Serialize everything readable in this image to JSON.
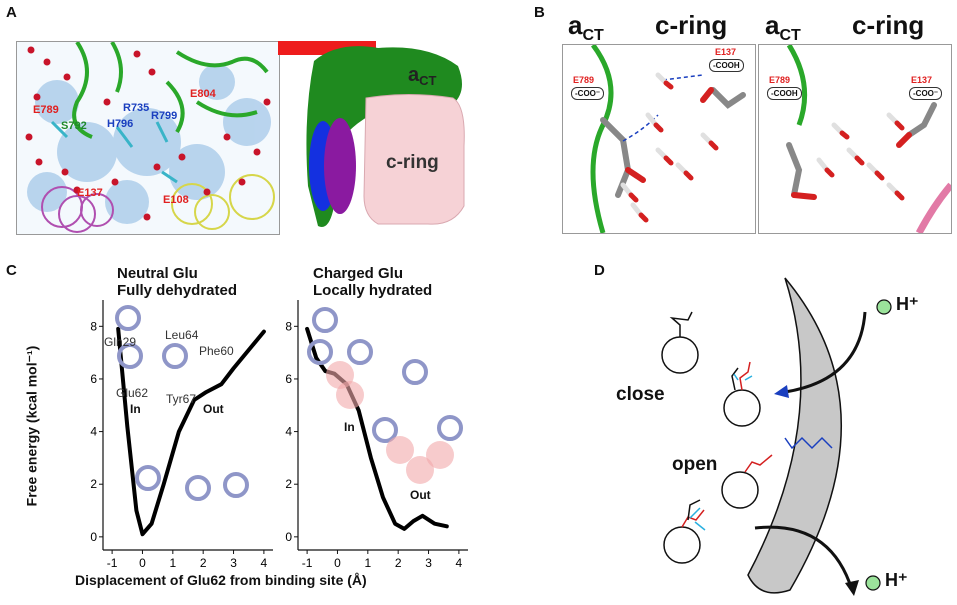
{
  "panels": {
    "a": "A",
    "b": "B",
    "c": "C",
    "d": "D"
  },
  "panel_a": {
    "residues": [
      {
        "text": "E789",
        "color": "#e02020"
      },
      {
        "text": "S792",
        "color": "#1f8a2b"
      },
      {
        "text": "R735",
        "color": "#1a3fbf"
      },
      {
        "text": "H796",
        "color": "#1a3fbf"
      },
      {
        "text": "R799",
        "color": "#1a3fbf"
      },
      {
        "text": "E804",
        "color": "#e02020"
      },
      {
        "text": "E137",
        "color": "#e02020"
      },
      {
        "text": "E108",
        "color": "#e02020"
      }
    ],
    "label_act_main": "a",
    "label_act_sub": "CT",
    "label_cring": "c-ring"
  },
  "panel_b": {
    "header_act_main": "a",
    "header_act_sub": "CT",
    "header_cring": "c-ring",
    "left": {
      "e789": "E789",
      "e789_state": "-COO⁻",
      "e137": "E137",
      "e137_state": "-COOH"
    },
    "right": {
      "e789": "E789",
      "e789_state": "-COOH",
      "e137": "E137",
      "e137_state": "-COO⁻"
    }
  },
  "panel_c": {
    "left_title_1": "Neutral Glu",
    "left_title_2": "Fully dehydrated",
    "right_title_1": "Charged Glu",
    "right_title_2": "Locally hydrated",
    "ylabel": "Free energy (kcal mol⁻¹)",
    "xlabel": "Displacement of Glu62 from binding site (Å)",
    "left_residues": [
      "Gln29",
      "Leu64",
      "Phe60",
      "Glu62",
      "Tyr67"
    ],
    "left_in": "In",
    "left_out": "Out",
    "right_in": "In",
    "right_out": "Out",
    "yticks": [
      "0",
      "2",
      "4",
      "6",
      "8"
    ],
    "xticks": [
      "-1",
      "0",
      "1",
      "2",
      "3",
      "4"
    ]
  },
  "panel_d": {
    "hplus_top": "H⁺",
    "hplus_bottom": "H⁺",
    "close": "close",
    "open": "open"
  },
  "chart_data": [
    {
      "type": "line",
      "title": "Neutral Glu Fully dehydrated",
      "xlabel": "Displacement of Glu62 from binding site (Å)",
      "ylabel": "Free energy (kcal mol⁻¹)",
      "xlim": [
        -1.3,
        4.3
      ],
      "ylim": [
        -0.5,
        9
      ],
      "series": [
        {
          "x": [
            -0.8,
            -0.5,
            -0.2,
            0.0,
            0.3,
            0.7,
            1.2,
            1.7,
            2.1,
            2.6,
            3.0,
            3.5,
            4.0
          ],
          "y": [
            7.9,
            4.2,
            1.0,
            0.1,
            0.5,
            2.0,
            4.0,
            5.2,
            5.5,
            5.8,
            6.4,
            7.1,
            7.8
          ]
        }
      ]
    },
    {
      "type": "line",
      "title": "Charged Glu Locally hydrated",
      "xlabel": "Displacement of Glu62 from binding site (Å)",
      "ylabel": "Free energy (kcal mol⁻¹)",
      "xlim": [
        -1.3,
        4.3
      ],
      "ylim": [
        -0.5,
        9
      ],
      "series": [
        {
          "x": [
            -1.0,
            -0.7,
            -0.4,
            -0.1,
            0.3,
            0.7,
            1.1,
            1.5,
            1.9,
            2.2,
            2.5,
            2.8,
            3.2,
            3.6
          ],
          "y": [
            7.9,
            6.8,
            6.3,
            6.2,
            5.8,
            4.8,
            3.0,
            1.5,
            0.5,
            0.3,
            0.6,
            0.8,
            0.5,
            0.4
          ]
        }
      ]
    }
  ]
}
